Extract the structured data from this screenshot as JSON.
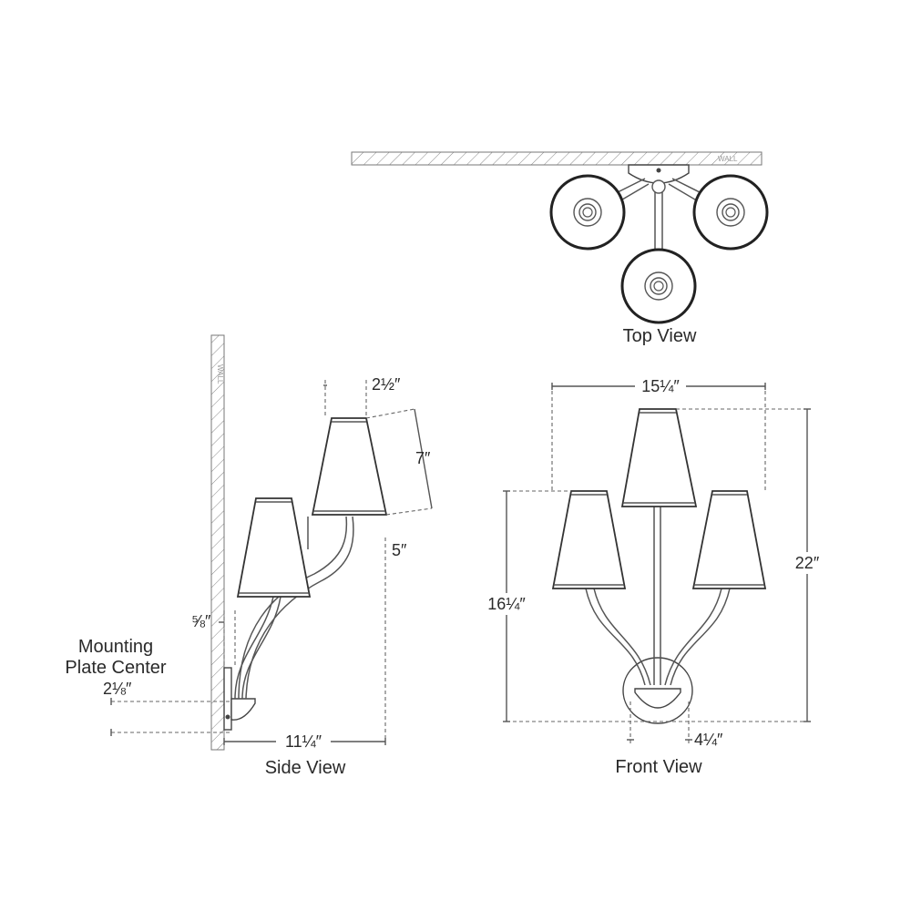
{
  "views": {
    "top": "Top View",
    "side": "Side View",
    "front": "Front View"
  },
  "wall_marks": {
    "top": "WALL",
    "side": "WALL"
  },
  "dimensions": {
    "shade_top_width": "2½″",
    "shade_height": "7″",
    "shade_offset": "5″",
    "wall_offset": "⅝″",
    "mount_label_line1": "Mounting",
    "mount_label_line2": "Plate Center",
    "mount_center": "2⅛″",
    "depth": "11¼″",
    "overall_width": "15¼″",
    "overall_height": "22″",
    "side_height": "16¼″",
    "backplate_width": "4¼″"
  },
  "colors": {
    "line": "#555555",
    "text": "#2a2a2a",
    "hatch": "#888888"
  }
}
